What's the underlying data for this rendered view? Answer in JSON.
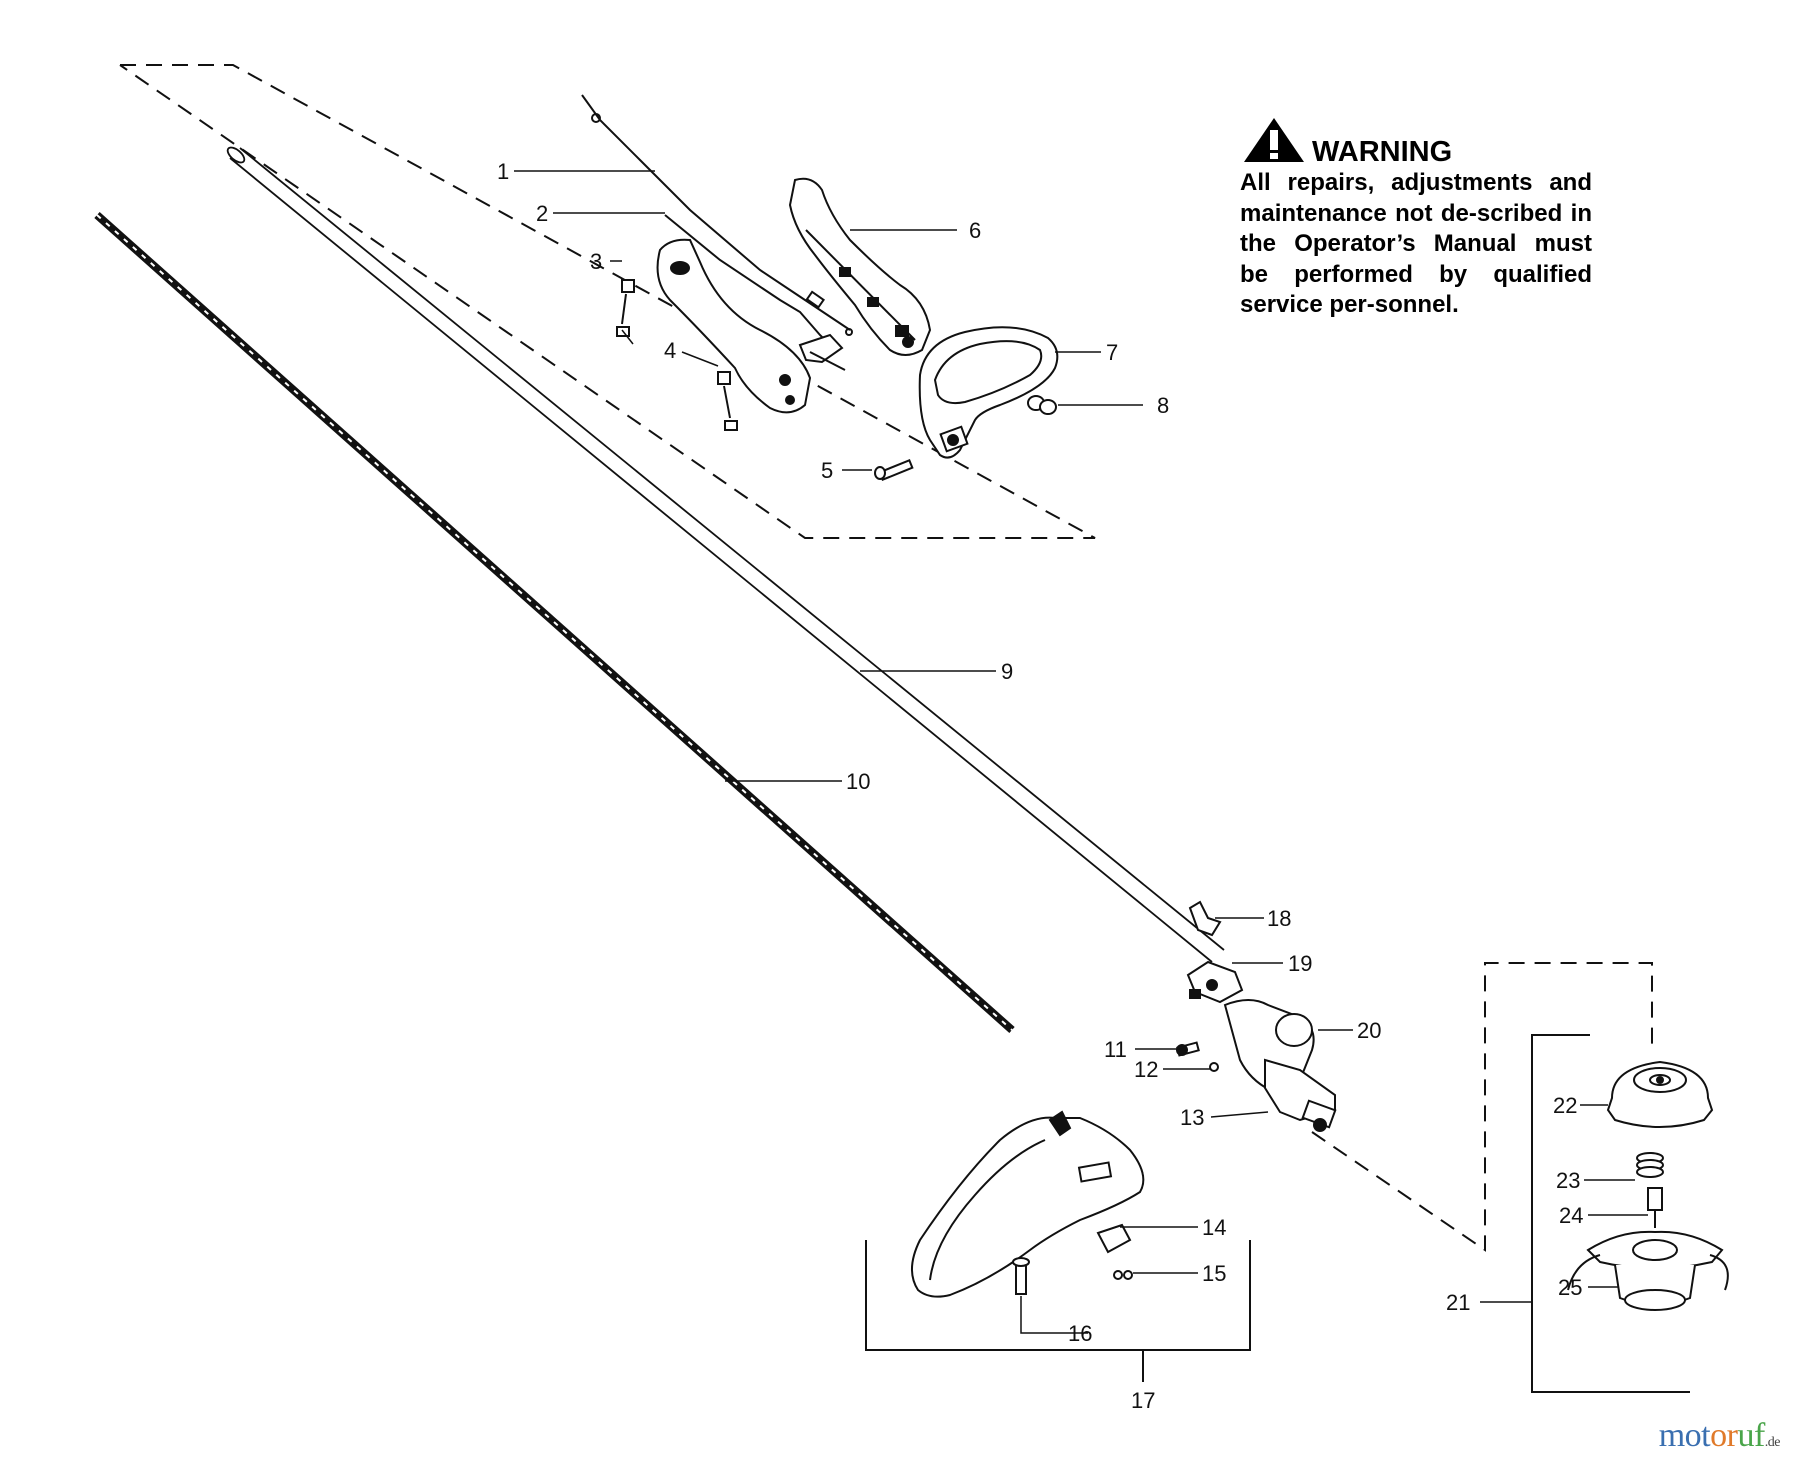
{
  "warning": {
    "title": "WARNING",
    "body": "All repairs, adjustments and maintenance not de-scribed in the Operator’s Manual must be performed by qualified service per-sonnel."
  },
  "callouts": [
    "1",
    "2",
    "3",
    "4",
    "5",
    "6",
    "7",
    "8",
    "9",
    "10",
    "11",
    "12",
    "13",
    "14",
    "15",
    "16",
    "17",
    "18",
    "19",
    "20",
    "21",
    "22",
    "23",
    "24",
    "25"
  ],
  "brand": {
    "part1": "mot",
    "part2": "or",
    "part3": "uf",
    "tld": ".de"
  }
}
